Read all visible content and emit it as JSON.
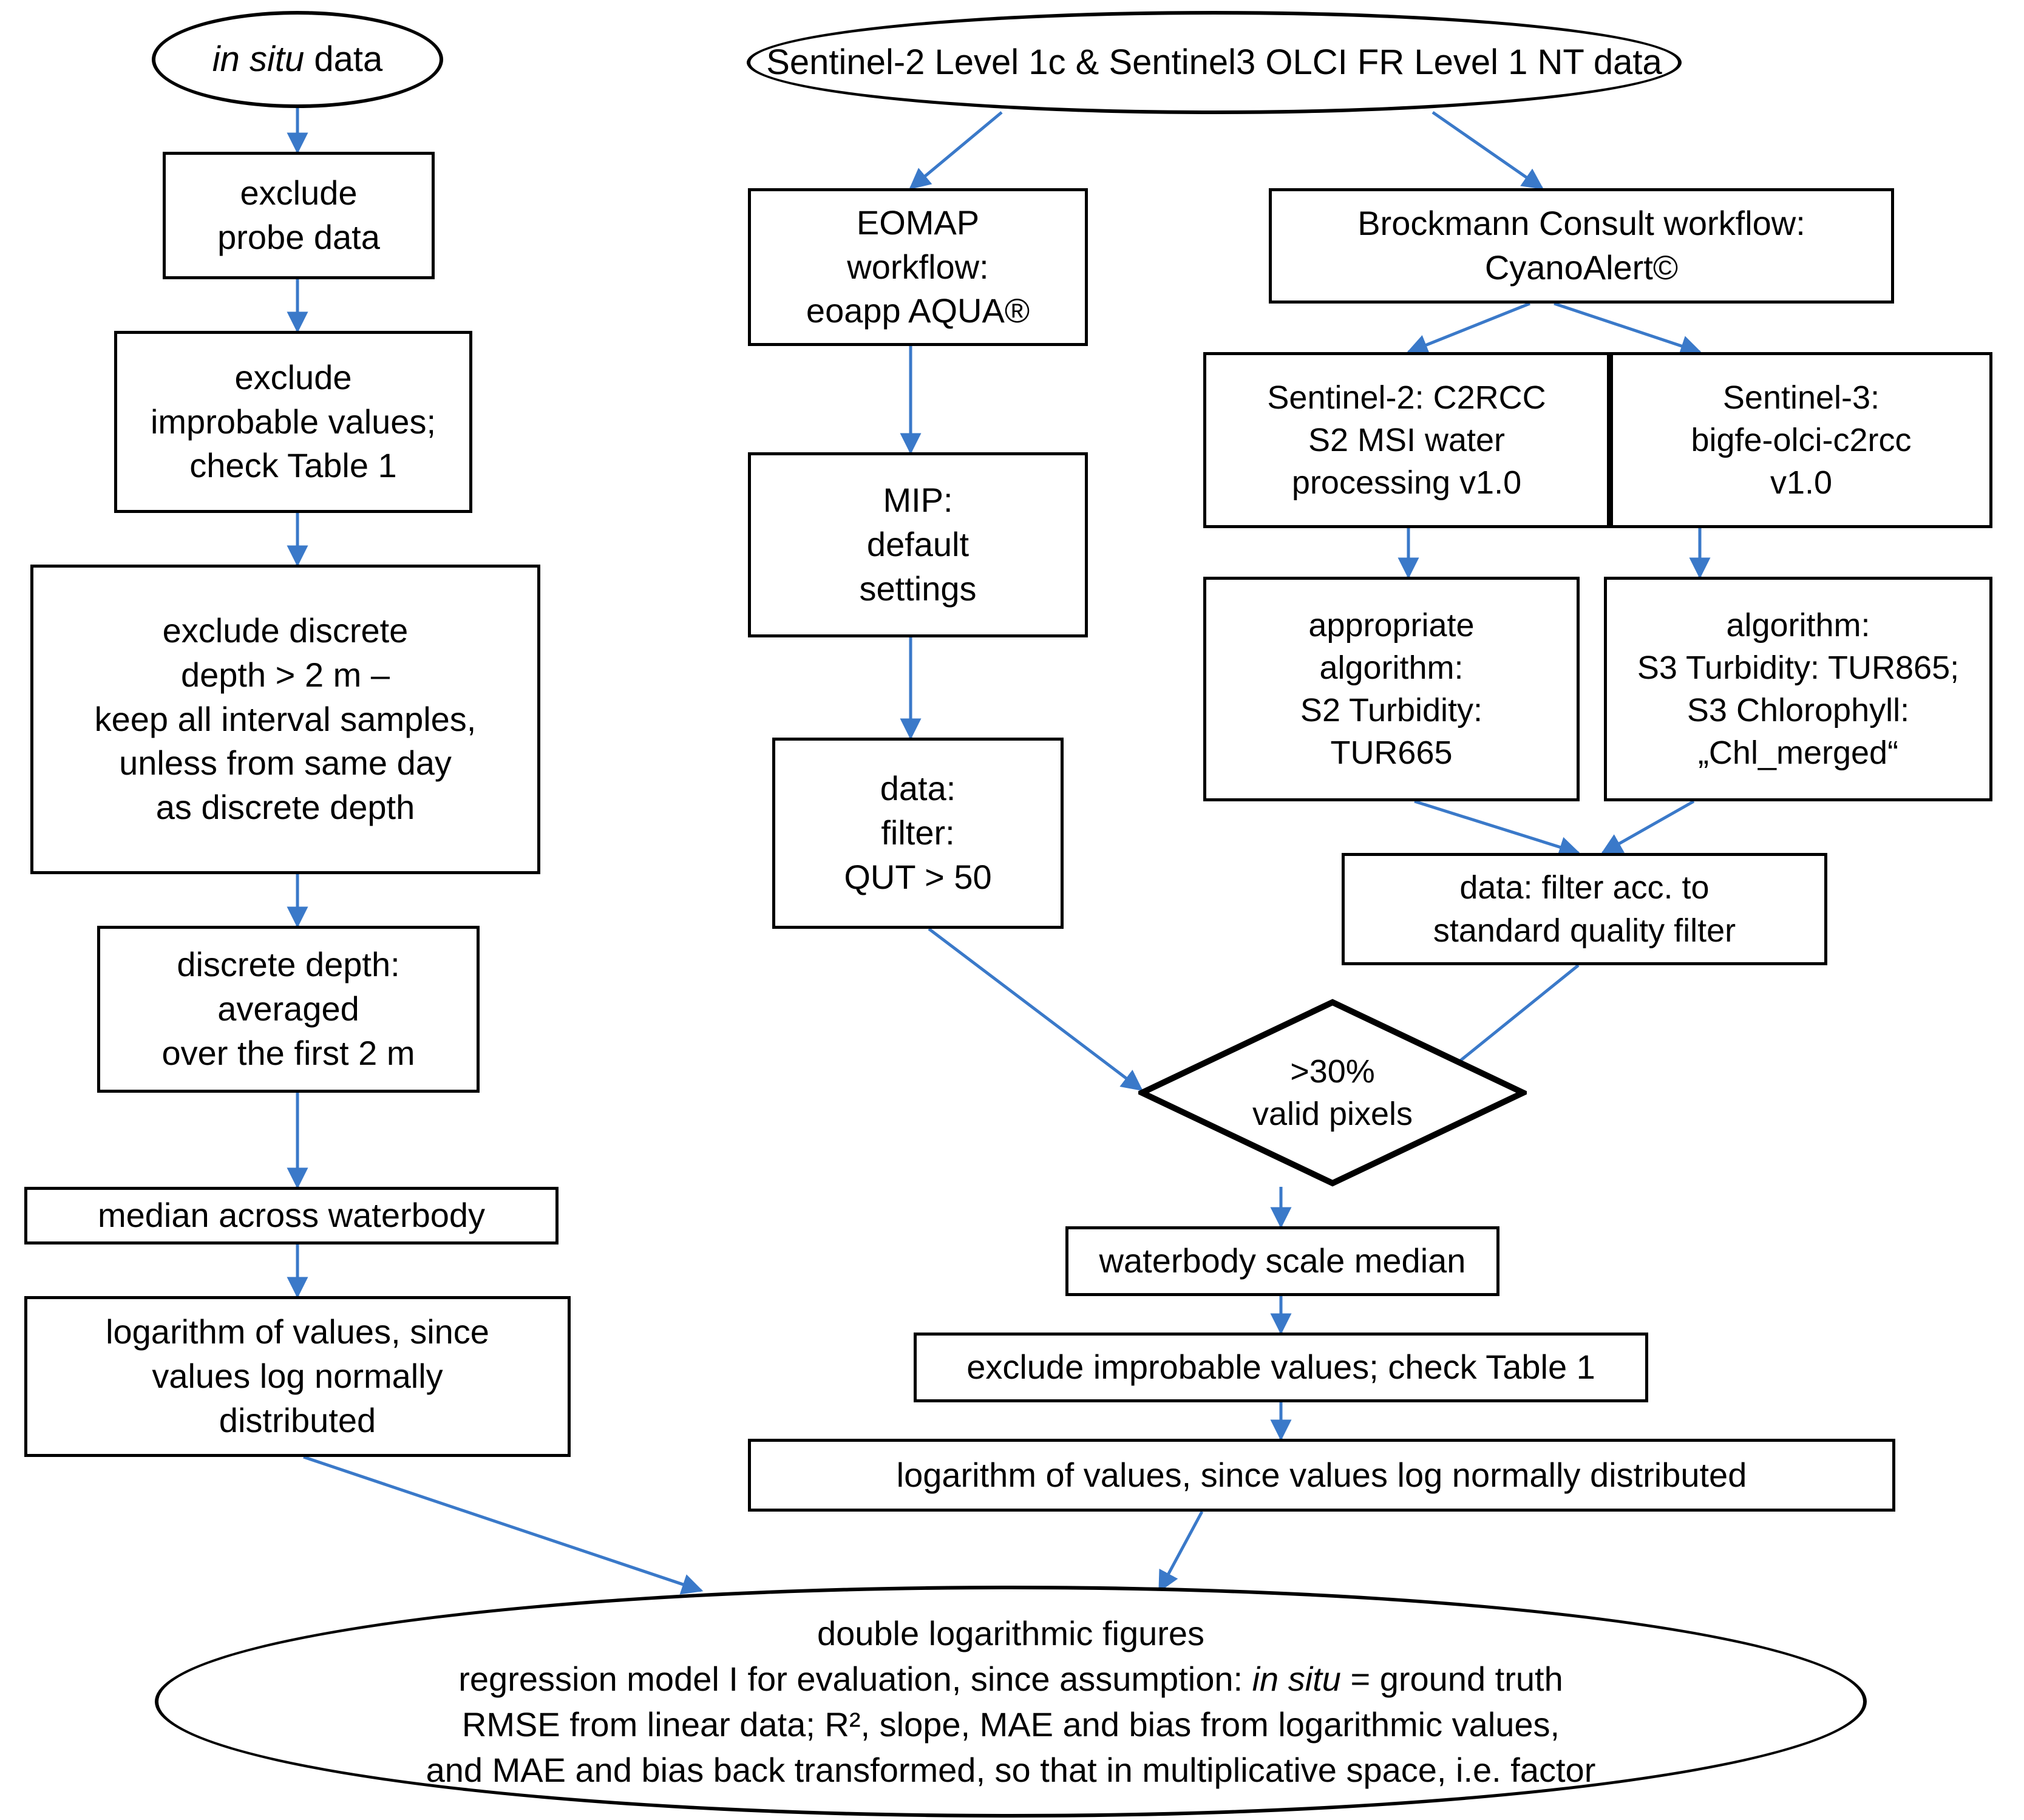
{
  "diagram": {
    "title": "Data processing and evaluation workflow",
    "accent_color": "#3A79C9",
    "line_color": "#000000",
    "background": "#ffffff"
  },
  "nodes": {
    "in_situ_data": "in situ data",
    "exclude_probe_data": "exclude\nprobe data",
    "exclude_improbable_left": "exclude\nimprobable values;\ncheck Table 1",
    "exclude_discrete_depth": "exclude discrete\ndepth > 2 m –\nkeep all interval samples,\nunless from same day\nas discrete depth",
    "discrete_depth_avg": "discrete depth:\naveraged\nover the first 2 m",
    "median_across_waterbody": "median across waterbody",
    "logarithm_left": "logarithm of values, since\nvalues log normally\ndistributed",
    "sentinel_source": "Sentinel-2 Level 1c & Sentinel3 OLCI FR Level 1 NT data",
    "eomap_workflow": "EOMAP\nworkflow:\neoapp AQUA®",
    "mip_defaults": "MIP:\ndefault\nsettings",
    "data_filter_qut": "data:\nfilter:\nQUT > 50",
    "brockmann_workflow": "Brockmann Consult workflow:\nCyanoAlert©",
    "s2_c2rcc": "Sentinel-2: C2RCC\nS2 MSI water\nprocessing  v1.0",
    "s3_bigfe": "Sentinel-3:\nbigfe-olci-c2rcc\nv1.0",
    "s2_algorithm": "appropriate\nalgorithm:\nS2 Turbidity:\nTUR665",
    "s3_algorithm": "algorithm:\nS3 Turbidity: TUR865;\nS3 Chlorophyll:\n„Chl_merged“",
    "standard_quality_filter": "data: filter acc. to\nstandard quality filter",
    "valid_pixels_decision": ">30%\nvalid pixels",
    "waterbody_scale_median": "waterbody scale median",
    "exclude_improbable_right": "exclude improbable values; check Table 1",
    "logarithm_right": "logarithm of values, since values log normally distributed"
  },
  "final_node": {
    "line1": "double logarithmic figures",
    "line2_a": "regression  model I for evaluation, since assumption: ",
    "line2_italic": "in situ",
    "line2_b": " = ground truth",
    "line3": "RMSE from linear data; R², slope, MAE and bias from logarithmic values,",
    "line4": "and MAE and bias back transformed, so that in multiplicative space, i.e. factor"
  },
  "in_situ_label": {
    "italic": "in situ",
    "rest": " data"
  }
}
